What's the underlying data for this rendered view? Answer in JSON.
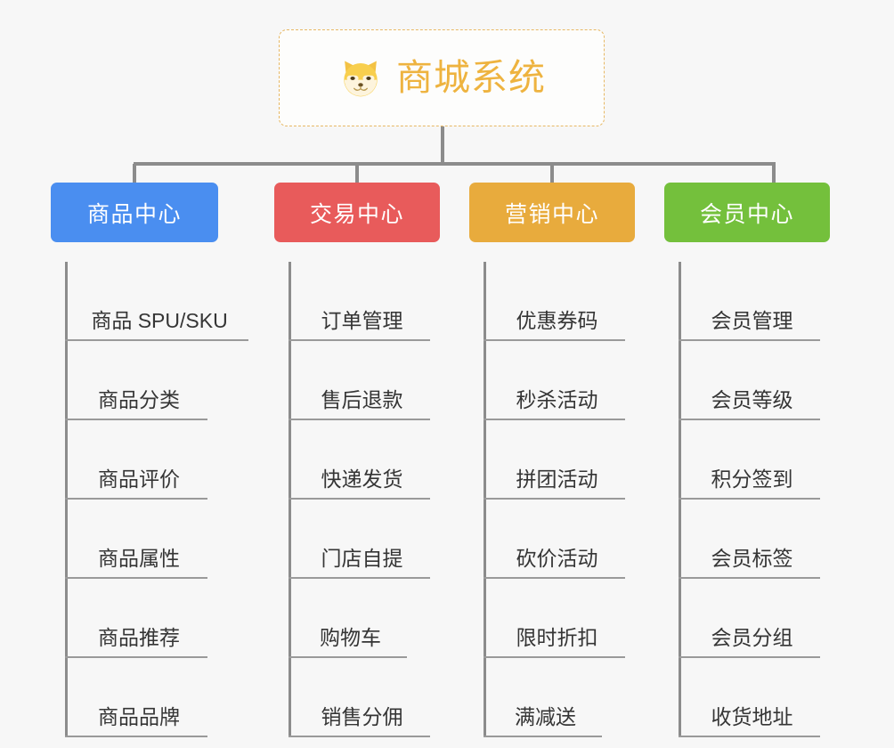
{
  "diagram": {
    "background_color": "#f7f7f7",
    "connector_color": "#8c8c8c",
    "root": {
      "title": "商城系统",
      "icon": "shiba-dog-icon",
      "text_color": "#eeb33f",
      "border_color": "#e7b864",
      "background_color": "#fdfdfc"
    },
    "categories": [
      {
        "label": "商品中心",
        "color": "#4a8ef0",
        "text_color": "#ffffff",
        "items": [
          "商品 SPU/SKU",
          "商品分类",
          "商品评价",
          "商品属性",
          "商品推荐",
          "商品品牌"
        ]
      },
      {
        "label": "交易中心",
        "color": "#e85b5b",
        "text_color": "#ffffff",
        "items": [
          "订单管理",
          "售后退款",
          "快递发货",
          "门店自提",
          "购物车",
          "销售分佣"
        ]
      },
      {
        "label": "营销中心",
        "color": "#e8ab3d",
        "text_color": "#ffffff",
        "items": [
          "优惠券码",
          "秒杀活动",
          "拼团活动",
          "砍价活动",
          "限时折扣",
          "满减送"
        ]
      },
      {
        "label": "会员中心",
        "color": "#74c03c",
        "text_color": "#ffffff",
        "items": [
          "会员管理",
          "会员等级",
          "积分签到",
          "会员标签",
          "会员分组",
          "收货地址"
        ]
      }
    ]
  }
}
